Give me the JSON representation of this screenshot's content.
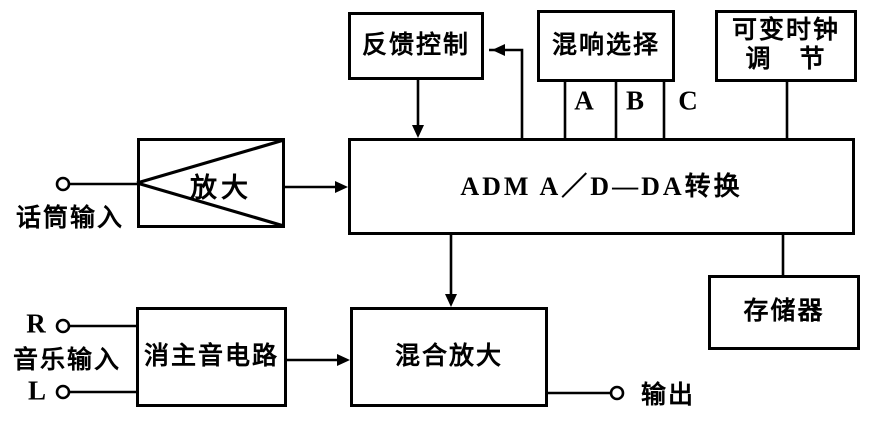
{
  "diagram": {
    "title_hint": "audio ADM reverb system block diagram",
    "colors": {
      "line": "#000000",
      "background": "#ffffff"
    },
    "blocks": {
      "feedback_control": {
        "label": "反馈控制"
      },
      "reverb_select": {
        "label": "混响选择"
      },
      "clock_adjust": {
        "label_line1": "可变时钟",
        "label_line2": "调　节"
      },
      "amplifier": {
        "label": "放大"
      },
      "adm_converter": {
        "label": "ADM A／D—DA转换"
      },
      "memory": {
        "label": "存储器"
      },
      "mute_circuit": {
        "label": "消主音电路"
      },
      "mix_amplifier": {
        "label": "混合放大"
      }
    },
    "ports": {
      "a": "A",
      "b": "B",
      "c": "C"
    },
    "io_labels": {
      "mic_input": "话筒输入",
      "music_r": "R",
      "music_input": "音乐输入",
      "music_l": "L",
      "output": "输出"
    }
  }
}
